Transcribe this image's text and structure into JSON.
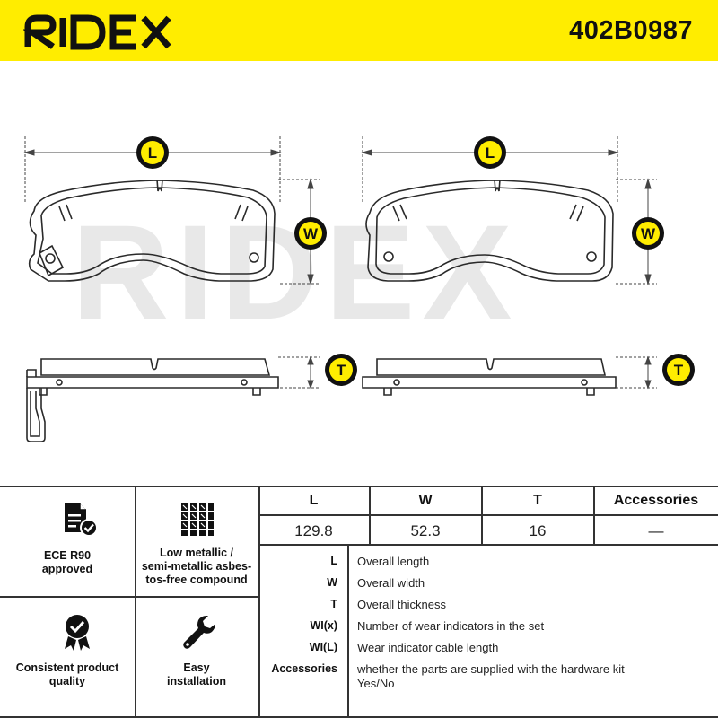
{
  "header": {
    "brand": "RIDEX",
    "part_number": "402B0987"
  },
  "drawing": {
    "watermark": "RIDEX",
    "dim_labels": {
      "length": "L",
      "width": "W",
      "thickness": "T"
    }
  },
  "features": [
    {
      "icon": "document-check-icon",
      "label": "ECE R90\napproved"
    },
    {
      "icon": "compound-grid-icon",
      "label": "Low metallic /\nsemi-metallic asbes-\ntos-free compound"
    },
    {
      "icon": "shield-check-icon",
      "label": "Consistent product\nquality"
    },
    {
      "icon": "wrench-icon",
      "label": "Easy\ninstallation"
    }
  ],
  "specs": {
    "headers": [
      "L",
      "W",
      "T",
      "Accessories"
    ],
    "values": [
      "129.8",
      "52.3",
      "16",
      "—"
    ]
  },
  "legend": [
    {
      "key": "L",
      "desc": "Overall length"
    },
    {
      "key": "W",
      "desc": "Overall width"
    },
    {
      "key": "T",
      "desc": "Overall thickness"
    },
    {
      "key": "WI(x)",
      "desc": "Number of wear indicators in the set"
    },
    {
      "key": "WI(L)",
      "desc": "Wear indicator cable length"
    },
    {
      "key": "Accessories",
      "desc": "whether the parts are supplied with the hardware kit\nYes/No"
    }
  ],
  "colors": {
    "accent": "#ffed00",
    "ink": "#1a1a1a",
    "watermark": "#e6e6e6"
  }
}
